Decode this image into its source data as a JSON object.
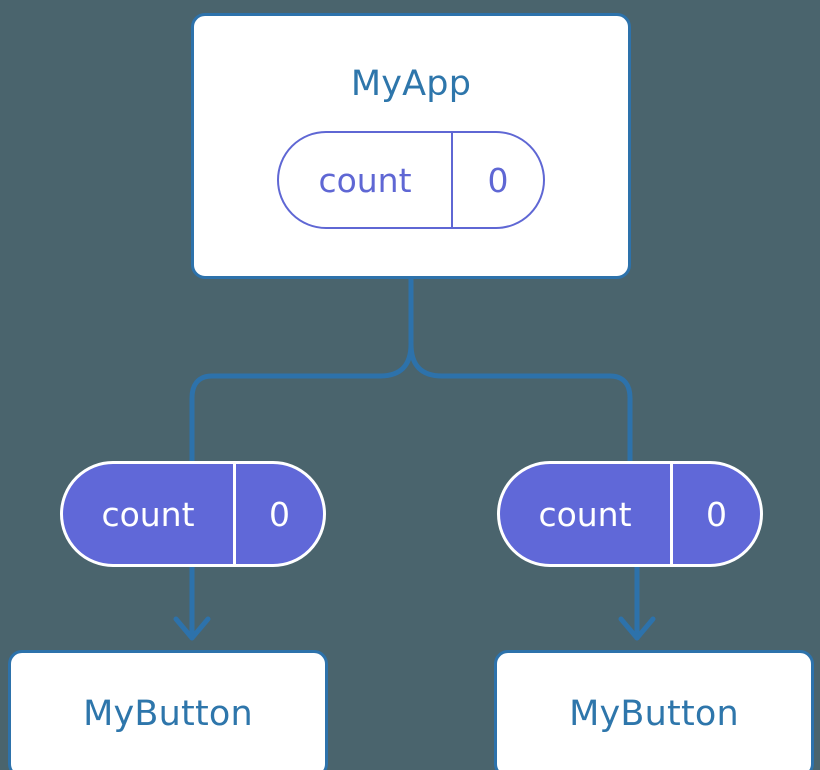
{
  "diagram": {
    "title": "React component state propagation diagram",
    "background_color": "#4a646d",
    "accent_blue": "#2d72ab",
    "accent_purple": "#6068d8",
    "card_background": "#ffffff"
  },
  "root": {
    "component_name": "MyApp",
    "state": {
      "key": "count",
      "value": "0"
    }
  },
  "branches": [
    {
      "side": "left",
      "prop": {
        "key": "count",
        "value": "0"
      },
      "component_name": "MyButton"
    },
    {
      "side": "right",
      "prop": {
        "key": "count",
        "value": "0"
      },
      "component_name": "MyButton"
    }
  ],
  "connectors": {
    "trunk_label": "state-down-trunk",
    "left_arrow_label": "prop-arrow-left",
    "right_arrow_label": "prop-arrow-right",
    "stroke_color": "#2d72ab",
    "stroke_width": 5
  }
}
